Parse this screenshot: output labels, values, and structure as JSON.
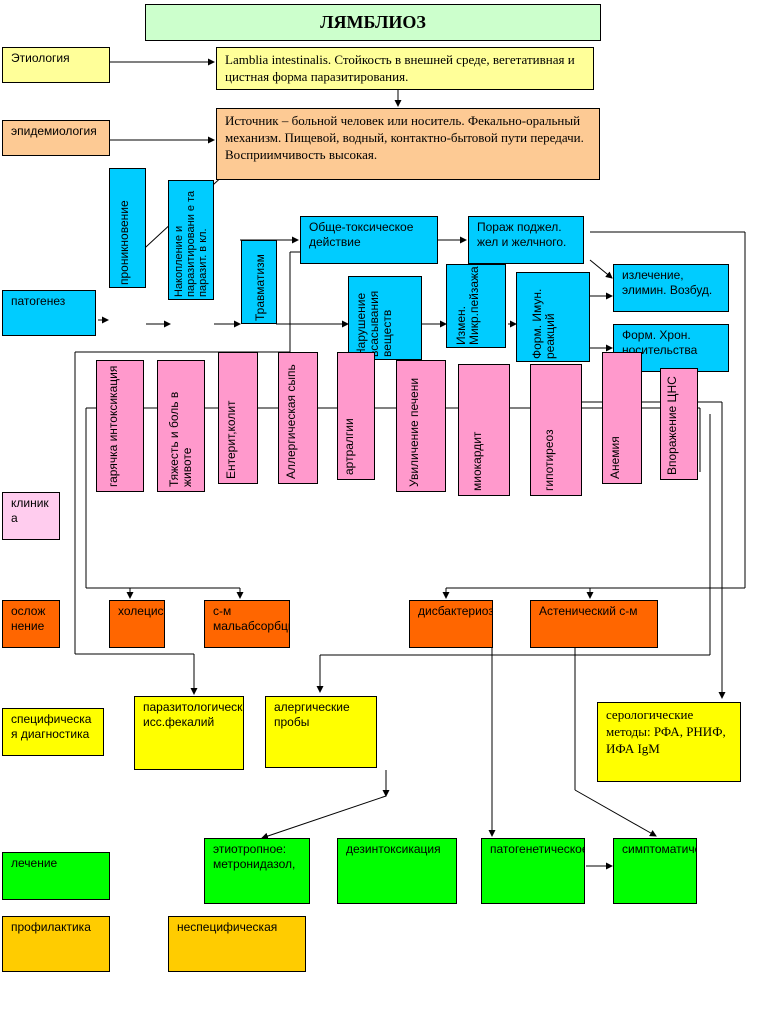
{
  "title": "ЛЯМБЛИОЗ",
  "rows": {
    "etiology": "Этиология",
    "epidemiology": "эпидемиология",
    "pathogenesis": "патогенез",
    "clinic": "клиника",
    "complications": "осложнение",
    "specific_diagnostics": "специфическая диагностика",
    "treatment": "лечение",
    "prophylaxis": "профилактика"
  },
  "etiology_text": "Lamblia intestinalis. Стойкость в внешней среде, вегетативная и цистная форма паразитирования.",
  "epidemiology_text": "Источник – больной человек или носитель. Фекально-оральный механизм. Пищевой, водный, контактно-бытовой пути передачи. Восприимчивость высокая.",
  "pathogenesis": {
    "penetration": "проникновение",
    "accumulation": "Накопление и паразитировани е та паразит. в кл.",
    "trauma": "Травматизм",
    "general_toxic": "Обще-токсическое действие",
    "damage": "Пораж поджел. жел и желчного.",
    "absorption": "Нарушение всасывания веществ",
    "microbial": "Измен. Микр.пейзажа",
    "immune": "Форм. Имун. реакций",
    "recovery": "излечение, элимин. Возбуд.",
    "carrier": "Форм. Хрон. носительства"
  },
  "clinic": [
    "гарячка интоксикация",
    "Тяжесть и боль в животе",
    "Ентерит,колит",
    "Аллергическая сыпь",
    "артралгии",
    "Увиличение печени",
    "миокардит",
    "гипотиреоз",
    "Анемия",
    "Впоражение ЦНС"
  ],
  "complications": {
    "cholecystitis": "холецистит",
    "malabsorption": "с-м мальабсорбции",
    "dysbacteriosis": "дисбактериоз",
    "asthenic": "Астенический с-м"
  },
  "diagnostics": {
    "parasitological": "паразитологическое исс.фекалий",
    "allergic": "алергические пробы",
    "serological": "серологические методы: РФА, РНИФ, ИФА IgM"
  },
  "treatment": {
    "etiotropic": "этиотропное: метронидазол,",
    "detox": "дезинтоксикация",
    "pathogenetic": "патогенетическое",
    "symptomatic": "симптоматическое"
  },
  "prophylaxis": {
    "nonspecific": "неспецифическая"
  },
  "colors": {
    "title_bg": "#ccffcc",
    "etiology_bg": "#ffff99",
    "epidemiology_bg": "#fdca94",
    "pathogenesis_bg": "#00ccff",
    "clinic_bg": "#ff99cc",
    "complication_bg": "#ff6600",
    "diagnostics_bg": "#ffff00",
    "treatment_bg": "#00ff00",
    "prophylaxis_bg": "#ffcc00"
  }
}
